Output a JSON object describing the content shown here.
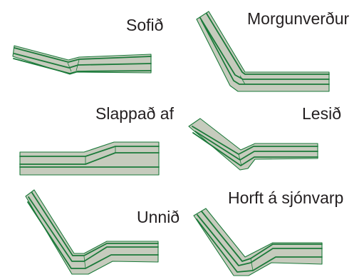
{
  "poses": [
    {
      "label": "Sofið"
    },
    {
      "label": "Morgunverður"
    },
    {
      "label": "Slappað af"
    },
    {
      "label": "Lesið"
    },
    {
      "label": "Unnið"
    },
    {
      "label": "Horft á sjónvarp"
    }
  ],
  "colors": {
    "band_fill": "#c6cbbd",
    "band_edge": "#1b7a3a",
    "text": "#231f20",
    "background": "#ffffff"
  }
}
